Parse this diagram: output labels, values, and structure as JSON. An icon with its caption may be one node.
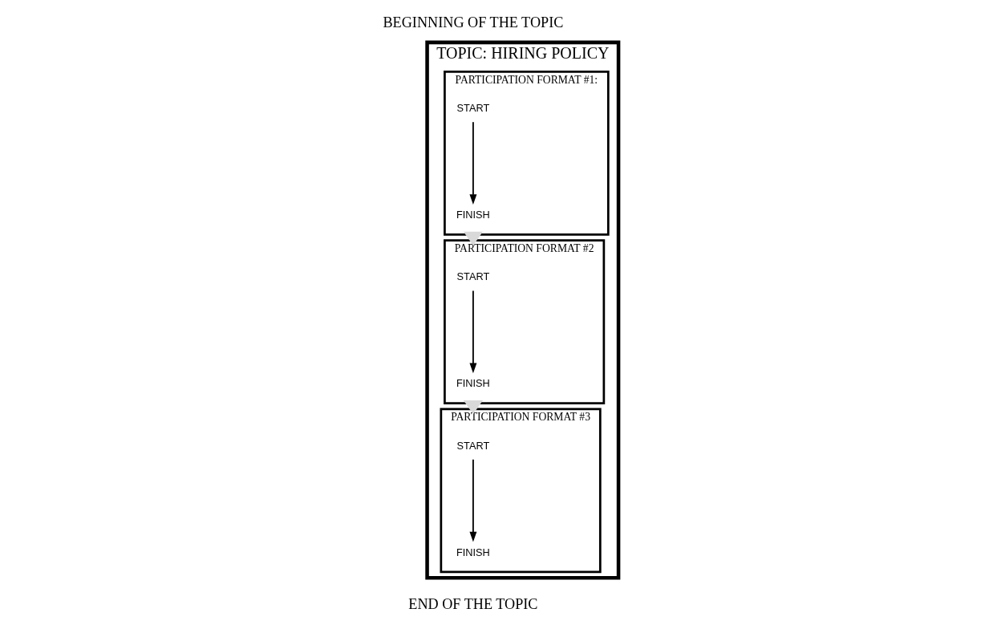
{
  "diagram": {
    "nodes": [
      {
        "text": [
          "TOPIC: HIRING POLICY"
        ]
      },
      {
        "text": [
          "PARTICIPATION FORMAT #1:"
        ],
        "in": 0
      },
      {
        "text": [
          "START"
        ],
        "in": 1
      },
      {
        "text": [
          "FINISH"
        ],
        "in": 1
      },
      {
        "text": [
          "PARTICIPATION FORMAT #2"
        ],
        "in": 0
      },
      {
        "text": [
          "START"
        ],
        "in": 4
      },
      {
        "text": [
          "FINISH"
        ],
        "in": 4
      },
      {
        "text": [
          "PARTICIPATION FORMAT #3"
        ],
        "in": 0
      },
      {
        "text": [
          "START"
        ],
        "in": 7
      },
      {
        "text": [
          "FINISH"
        ],
        "in": 7
      }
    ],
    "edges": [
      {
        "from": 2,
        "to": 3,
        "arrow": "to"
      },
      {
        "from": 5,
        "to": 6,
        "arrow": "to"
      },
      {
        "from": 8,
        "to": 9,
        "arrow": "to"
      },
      {
        "from": 1,
        "to": 4,
        "arrow": "to",
        "style": "thick",
        "color": "#d9d9d9"
      },
      {
        "from": 4,
        "to": 7,
        "arrow": "to",
        "style": "thick",
        "color": "#d9d9d9"
      }
    ],
    "labels": [
      "BEGINNING OF THE TOPIC",
      "END OF THE TOPIC"
    ]
  }
}
